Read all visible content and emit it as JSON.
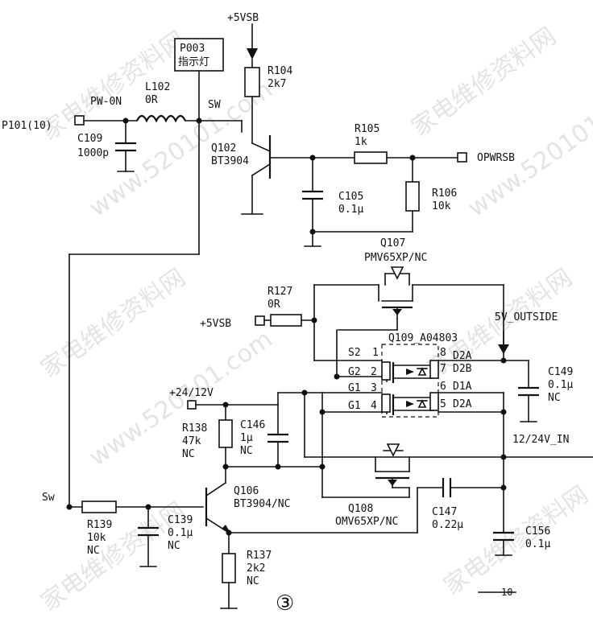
{
  "labels": {
    "vsb_top": "+5VSB",
    "p003_line1": "P003",
    "p003_line2": "指示灯",
    "r104_name": "R104",
    "r104_value": "2k7",
    "l102_name": "L102",
    "l102_value": "0R",
    "pw_on": "PW-0N",
    "sw_top": "SW",
    "p101": "P101(10)",
    "c109_name": "C109",
    "c109_value": "1000p",
    "q102_name": "Q102",
    "q102_part": "BT3904",
    "r105_name": "R105",
    "r105_value": "1k",
    "opwrsb": "OPWRSB",
    "c105_name": "C105",
    "c105_value": "0.1μ",
    "r106_name": "R106",
    "r106_value": "10k",
    "q107_name": "Q107",
    "q107_part": "PMV65XP/NC",
    "r127_name": "R127",
    "r127_value": "0R",
    "vsb_mid": "+5VSB",
    "v5_outside": "5V_OUTSIDE",
    "q109_name": "Q109_A04803",
    "pin_s2": "S2",
    "pin_g2": "G2",
    "pin_s1": "G1",
    "pin_g1": "G1",
    "pin_1": "1",
    "pin_2": "2",
    "pin_3": "3",
    "pin_4": "4",
    "pin_8": "8",
    "pin_7": "7",
    "pin_6": "6",
    "pin_5": "5",
    "d2a_top": "D2A",
    "d2b": "D2B",
    "d1a": "D1A",
    "d2a_bot": "D2A",
    "c149_name": "C149",
    "c149_value": "0.1μ",
    "c149_nc": "NC",
    "v24_12": "+24/12V",
    "r138_name": "R138",
    "r138_value": "47k",
    "r138_nc": "NC",
    "c146_name": "C146",
    "c146_value": "1μ",
    "c146_nc": "NC",
    "v12_24_in": "12/24V_IN",
    "q106_name": "Q106",
    "q106_part": "BT3904/NC",
    "sw_left": "Sw",
    "r139_name": "R139",
    "r139_value": "10k",
    "r139_nc": "NC",
    "c139_name": "C139",
    "c139_value": "0.1μ",
    "c139_nc": "NC",
    "q108_name": "Q108",
    "q108_part": "OMV65XP/NC",
    "c147_name": "C147",
    "c147_value": "0.22μ",
    "c156_name": "C156",
    "c156_value": "0.1μ",
    "r137_name": "R137",
    "r137_value": "2k2",
    "r137_nc": "NC",
    "figure_number": "③",
    "corner_note": "10"
  },
  "watermark": {
    "site": "www.520101.com",
    "brand": "家电维修资料网"
  },
  "colors": {
    "ink": "#111111",
    "paper": "#ffffff",
    "watermark": "#c9c9c9"
  }
}
